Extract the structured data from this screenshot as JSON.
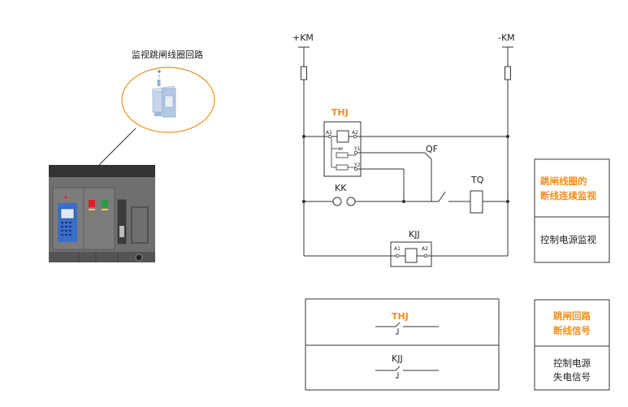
{
  "colors": {
    "accent": "#f0901e",
    "wire": "#333333",
    "breaker_body": "#6f6f70",
    "breaker_top": "#333333",
    "breaker_bottom": "#545455",
    "led_red": "#e02020",
    "led_green": "#20a040",
    "display_blue": "#3a6ec8"
  },
  "callout": {
    "title": "监视跳闸线圈回路"
  },
  "circuit": {
    "plus_km": "+KM",
    "minus_km": "-KM",
    "thj": "THJ",
    "kk": "KK",
    "qf": "QF",
    "tq": "TQ",
    "kjj": "KJJ",
    "pins": {
      "thj_a1": "A1",
      "thj_a2": "A2",
      "thj_y1": "Y1",
      "thj_y2": "Y2",
      "kjj_a1": "A1",
      "kjj_a2": "A2"
    }
  },
  "side_box_1": {
    "line1": "跳闸线圈的",
    "line2": "断线连续监视",
    "line3": "控制电源监视"
  },
  "signals": {
    "thj": "THJ",
    "kjj": "KJJ"
  },
  "side_box_2": {
    "line1": "跳闸回路",
    "line2": "断线信号",
    "line3": "控制电源",
    "line4": "失电信号"
  }
}
